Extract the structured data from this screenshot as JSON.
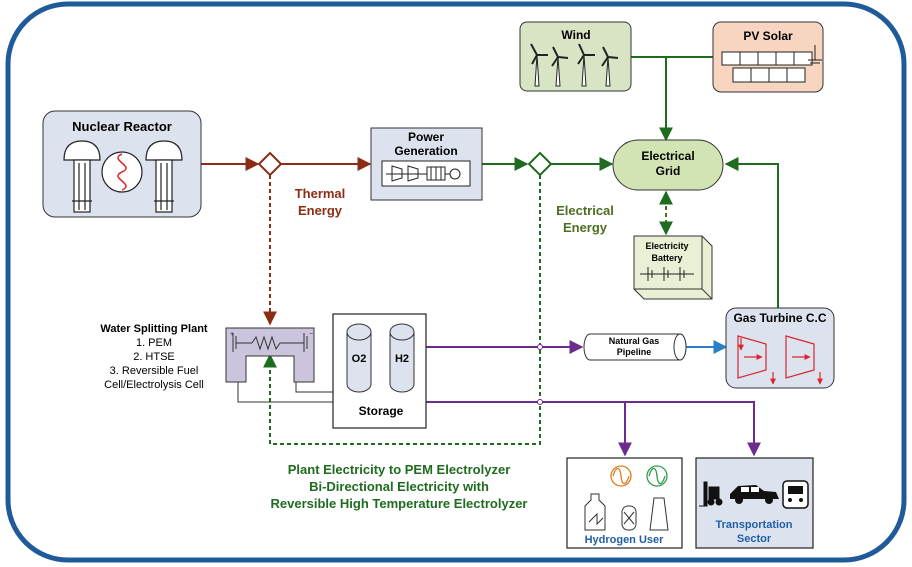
{
  "colors": {
    "frame": "#1f5a9a",
    "thermal": "#8b2c14",
    "electrical": "#1f6b1f",
    "electrical_label": "#4d6f23",
    "hydrogen": "#6b2b8f",
    "natural_gas": "#2a7fc7",
    "blue_label": "#1f5fa8",
    "box_fill": "#dde3ee",
    "grid_fill": "#d2e3b4",
    "wind_fill": "#d9e4c5",
    "solar_fill": "#f8d5c0",
    "electrolyzer_fill": "#ccc3dc",
    "battery_fill": "#e9f0d5",
    "turbine_red": "#d9262c"
  },
  "nodes": {
    "nuclear_reactor": "Nuclear Reactor",
    "power_generation_line1": "Power",
    "power_generation_line2": "Generation",
    "wind": "Wind",
    "pv_solar": "PV Solar",
    "electrical_grid_line1": "Electrical",
    "electrical_grid_line2": "Grid",
    "battery_line1": "Electricity",
    "battery_line2": "Battery",
    "water_splitting_title": "Water Splitting Plant",
    "water_splitting_items": [
      "1. PEM",
      "2. HTSE",
      "3. Reversible Fuel",
      "Cell/Electrolysis Cell"
    ],
    "o2": "O2",
    "h2": "H2",
    "storage": "Storage",
    "natural_gas_line1": "Natural Gas",
    "natural_gas_line2": "Pipeline",
    "gas_turbine": "Gas Turbine C.C",
    "hydrogen_user": "Hydrogen User",
    "transport_line1": "Transportation",
    "transport_line2": "Sector"
  },
  "edge_labels": {
    "thermal_line1": "Thermal",
    "thermal_line2": "Energy",
    "electrical_line1": "Electrical",
    "electrical_line2": "Energy"
  },
  "caption": {
    "line1": "Plant Electricity to PEM Electrolyzer",
    "line2": "Bi-Directional Electricity with",
    "line3": "Reversible High Temperature Electrolyzer"
  },
  "icons": [
    "nuclear-reactor-icon",
    "turbine-generator-icon",
    "wind-turbine-icon",
    "solar-panel-icon",
    "battery-icon",
    "electrolyzer-icon",
    "storage-tank-icon",
    "pipeline-icon",
    "gas-turbine-icon",
    "ac-sine-icon",
    "car-icon",
    "bus-icon",
    "forklift-icon"
  ]
}
